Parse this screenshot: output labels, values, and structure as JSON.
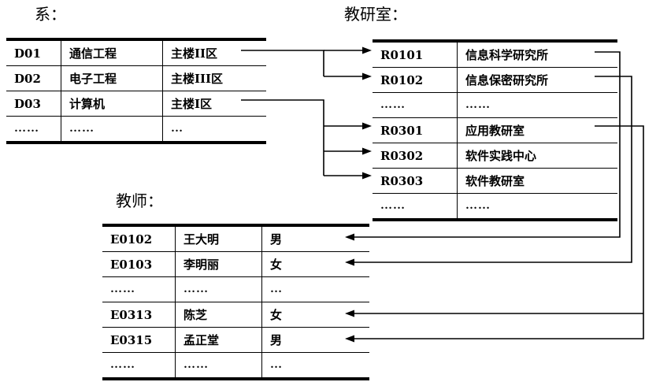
{
  "titles": {
    "dept": "系：",
    "office": "教研室：",
    "teacher": "教师："
  },
  "tables": {
    "dept": {
      "name": "系",
      "columns": 3,
      "rows": [
        {
          "code": "D01",
          "name": "通信工程",
          "location": "主楼II区"
        },
        {
          "code": "D02",
          "name": "电子工程",
          "location": "主楼III区"
        },
        {
          "code": "D03",
          "name": "计算机",
          "location": "主楼I区"
        },
        {
          "code": "……",
          "name": "……",
          "location": "…"
        }
      ]
    },
    "office": {
      "name": "教研室",
      "columns": 2,
      "rows": [
        {
          "code": "R0101",
          "name": "信息科学研究所"
        },
        {
          "code": "R0102",
          "name": "信息保密研究所"
        },
        {
          "code": "……",
          "name": "……"
        },
        {
          "code": "R0301",
          "name": "应用教研室"
        },
        {
          "code": "R0302",
          "name": "软件实践中心"
        },
        {
          "code": "R0303",
          "name": "软件教研室"
        },
        {
          "code": "……",
          "name": "……"
        }
      ]
    },
    "teacher": {
      "name": "教师",
      "columns": 3,
      "rows": [
        {
          "code": "E0102",
          "name": "王大明",
          "gender": "男"
        },
        {
          "code": "E0103",
          "name": "李明丽",
          "gender": "女"
        },
        {
          "code": "……",
          "name": "……",
          "gender": "…"
        },
        {
          "code": "E0313",
          "name": "陈芝",
          "gender": "女"
        },
        {
          "code": "E0315",
          "name": "孟正堂",
          "gender": "男"
        },
        {
          "code": "……",
          "name": "……",
          "gender": "…"
        }
      ]
    }
  },
  "colors": {
    "line": "#000000",
    "background": "#ffffff",
    "text": "#000000"
  }
}
